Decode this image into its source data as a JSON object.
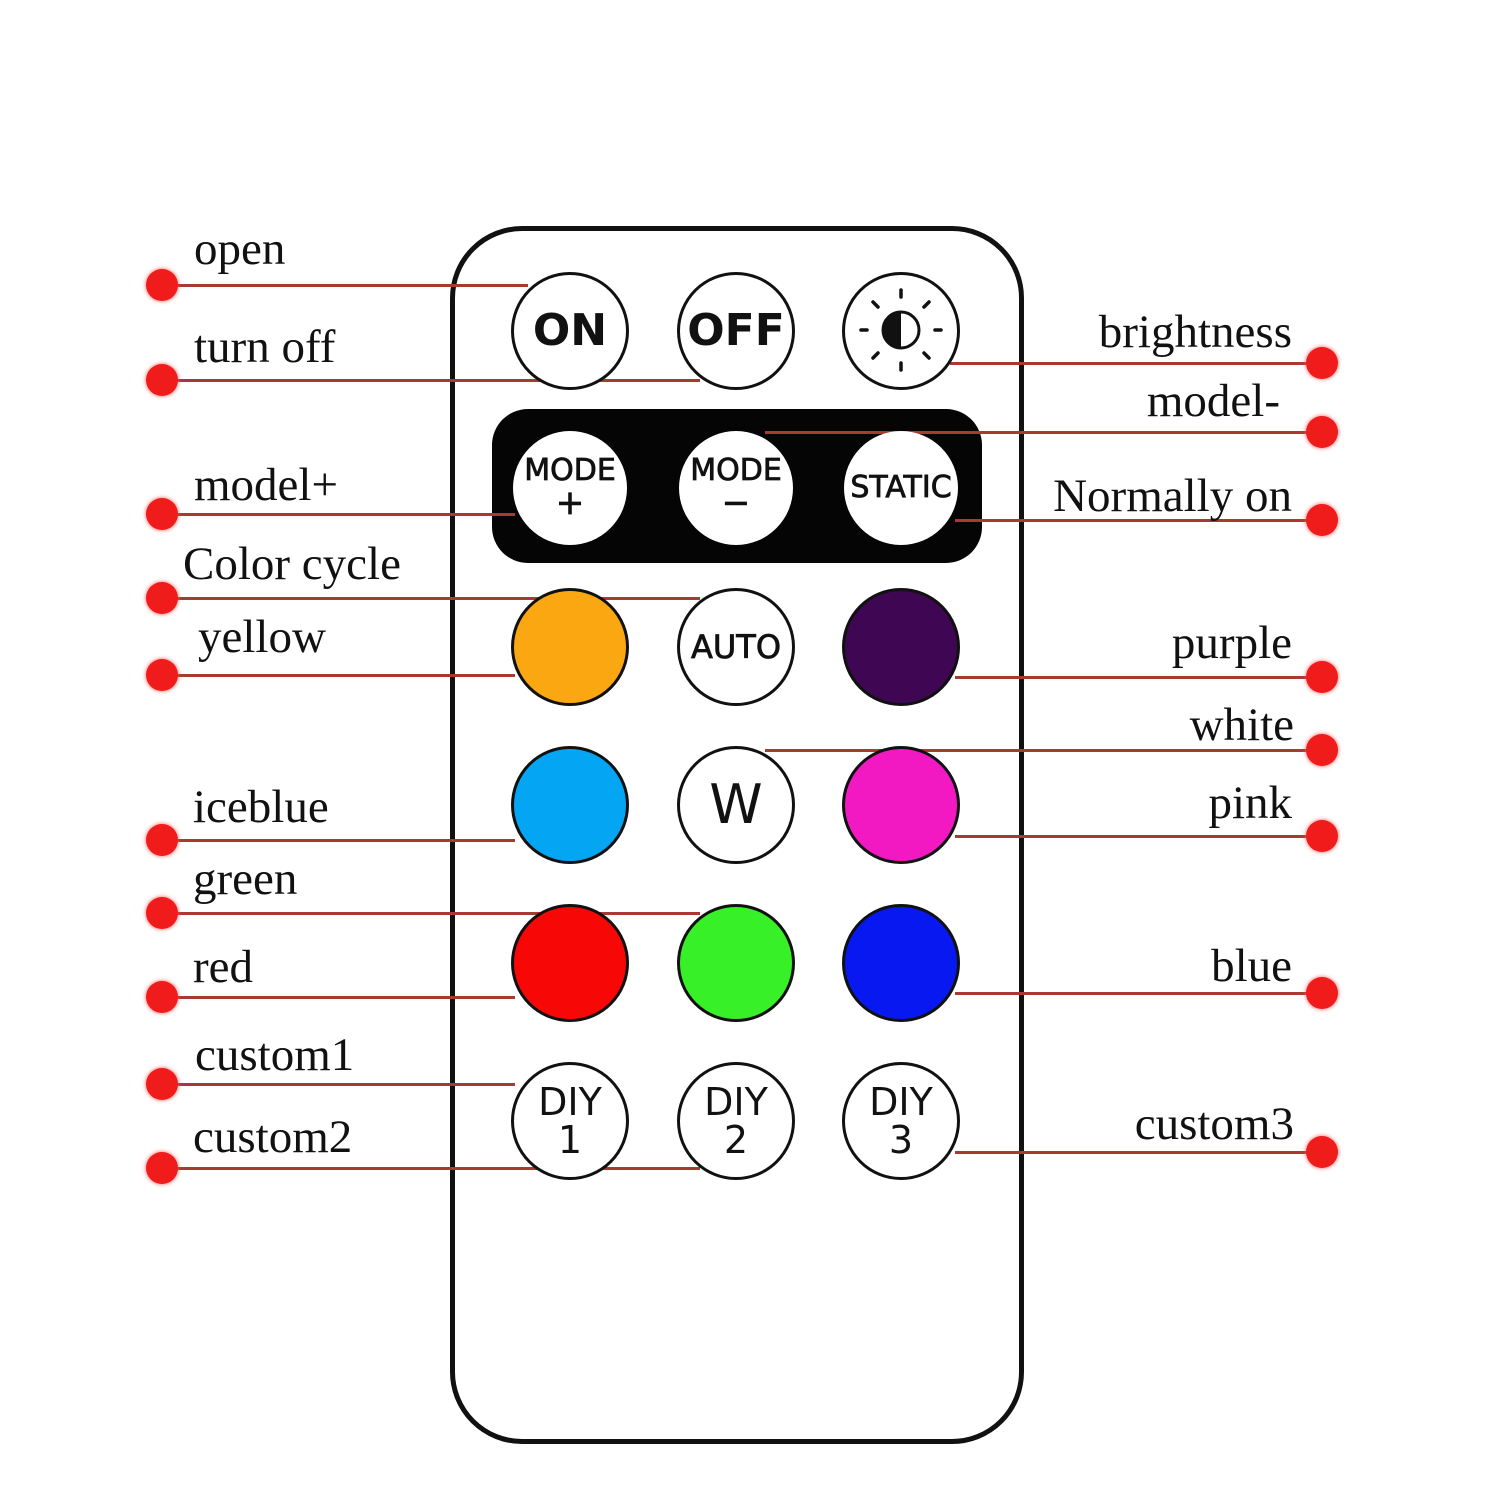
{
  "labels": [
    {
      "id": "open",
      "text": "open",
      "side": "left"
    },
    {
      "id": "turn-off",
      "text": "turn off",
      "side": "left"
    },
    {
      "id": "model-plus",
      "text": "model+",
      "side": "left"
    },
    {
      "id": "color-cycle",
      "text": "Color cycle",
      "side": "left"
    },
    {
      "id": "yellow",
      "text": "yellow",
      "side": "left"
    },
    {
      "id": "iceblue",
      "text": "iceblue",
      "side": "left"
    },
    {
      "id": "green",
      "text": "green",
      "side": "left"
    },
    {
      "id": "red",
      "text": "red",
      "side": "left"
    },
    {
      "id": "custom1",
      "text": "custom1",
      "side": "left"
    },
    {
      "id": "custom2",
      "text": "custom2",
      "side": "left"
    },
    {
      "id": "brightness",
      "text": "brightness",
      "side": "right"
    },
    {
      "id": "model-minus",
      "text": "model-",
      "side": "right"
    },
    {
      "id": "normally-on",
      "text": "Normally on",
      "side": "right"
    },
    {
      "id": "purple",
      "text": "purple",
      "side": "right"
    },
    {
      "id": "white",
      "text": "white",
      "side": "right"
    },
    {
      "id": "pink",
      "text": "pink",
      "side": "right"
    },
    {
      "id": "blue",
      "text": "blue",
      "side": "right"
    },
    {
      "id": "custom3",
      "text": "custom3",
      "side": "right"
    }
  ],
  "buttons": [
    {
      "id": "on",
      "lines": [
        "ON"
      ]
    },
    {
      "id": "off",
      "lines": [
        "OFF"
      ]
    },
    {
      "id": "brightness",
      "icon": "brightness-icon",
      "lines": []
    },
    {
      "id": "mode-plus",
      "lines": [
        "MODE",
        "+"
      ]
    },
    {
      "id": "mode-minus",
      "lines": [
        "MODE",
        "−"
      ]
    },
    {
      "id": "static",
      "lines": [
        "STATIC"
      ]
    },
    {
      "id": "yellow",
      "color": "#FBA711",
      "lines": []
    },
    {
      "id": "auto",
      "lines": [
        "AUTO"
      ]
    },
    {
      "id": "purple",
      "color": "#3F0653",
      "lines": []
    },
    {
      "id": "iceblue",
      "color": "#04A6F3",
      "lines": []
    },
    {
      "id": "white",
      "lines": [
        "W"
      ]
    },
    {
      "id": "pink",
      "color": "#F219C2",
      "lines": []
    },
    {
      "id": "red",
      "color": "#F80707",
      "lines": []
    },
    {
      "id": "green",
      "color": "#37F028",
      "lines": []
    },
    {
      "id": "blue",
      "color": "#0719F0",
      "lines": []
    },
    {
      "id": "diy1",
      "lines": [
        "DIY",
        "1"
      ]
    },
    {
      "id": "diy2",
      "lines": [
        "DIY",
        "2"
      ]
    },
    {
      "id": "diy3",
      "lines": [
        "DIY",
        "3"
      ]
    }
  ],
  "colors": {
    "line": "#a83a32",
    "dot": "#f01c1c"
  }
}
